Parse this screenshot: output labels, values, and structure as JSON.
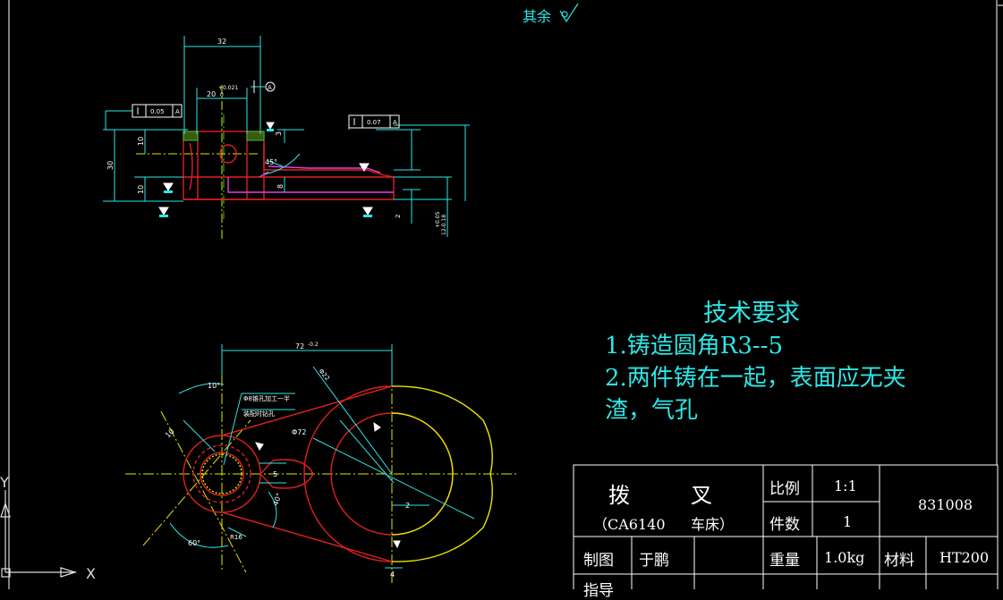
{
  "roughness_note": "其余",
  "tech": {
    "title": "技术要求",
    "line1": "1.铸造圆角R3--5",
    "line2": "2.两件铸在一起，表面应无夹",
    "line3": "渣，气孔"
  },
  "title_block": {
    "part_name_1": "拨",
    "part_name_2": "叉",
    "machine_model": "（CA6140",
    "machine_type": "车床）",
    "scale_label": "比例",
    "scale_value": "1:1",
    "qty_label": "件数",
    "qty_value": "1",
    "drawing_no": "831008",
    "drawn_label": "制图",
    "drawn_by": "于鹏",
    "weight_label": "重量",
    "weight_value": "1.0kg",
    "material_label": "材料",
    "material_value": "HT200",
    "guide_label": "指导"
  },
  "ucs": {
    "x_label": "X",
    "y_label": "Y"
  },
  "dims_top": {
    "width_32": "32",
    "bore_20": "20",
    "bore_tol": "+0.021",
    "bore_tol_low": "0",
    "height_30": "30",
    "h10a": "10",
    "h10b": "10",
    "h8": "8",
    "h3": "3",
    "angle45": "45°",
    "tol_flat_1": "0.05",
    "tol_flat_datum_1": "A",
    "tol_flat_2": "0.07",
    "tol_flat_datum_2": "A",
    "datum_a": "A",
    "h2": "2",
    "h_slot_1": "+0.05",
    "h_slot_2": "12-0.18"
  },
  "dims_bottom": {
    "len_72": "72",
    "len_72_tol": "-0.2",
    "angle10": "10°",
    "dim10": "10",
    "dia72": "Φ72",
    "note_hole_1": "Φ8锥孔加工一半",
    "note_hole_2": "装配时钻孔",
    "r16": "R16",
    "angle60": "60°",
    "angle40": "40°",
    "dim5": "5",
    "dim2": "2",
    "dim4": "4",
    "dia_top": "Φ22"
  },
  "colors": {
    "background": "#000000",
    "cyan": "#2ee6e6",
    "red": "#e02020",
    "yellow": "#e6e600",
    "magenta": "#e040e0",
    "white": "#ffffff",
    "green": "#2ec22e"
  }
}
